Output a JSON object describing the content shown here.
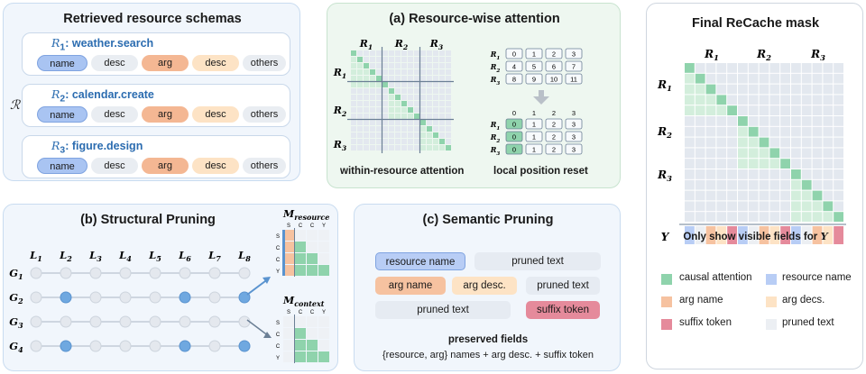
{
  "schemas": {
    "title": "Retrieved resource schemas",
    "set_symbol": "ℛ",
    "resources": [
      {
        "id": "R",
        "sub": "1",
        "name": ": weather.search"
      },
      {
        "id": "R",
        "sub": "2",
        "name": ": calendar.create"
      },
      {
        "id": "R",
        "sub": "3",
        "name": ": figure.design"
      }
    ],
    "fields": [
      "name",
      "desc",
      "arg",
      "desc",
      "others"
    ]
  },
  "attention": {
    "title": "(a) Resource-wise attention",
    "row_labels": [
      "R1",
      "R2",
      "R3"
    ],
    "col_labels": [
      "R1",
      "R2",
      "R3"
    ],
    "caption_left": "within-resource attention",
    "caption_right": "local position reset",
    "positions_before": [
      [
        "0",
        "1",
        "2",
        "3"
      ],
      [
        "4",
        "5",
        "6",
        "7"
      ],
      [
        "8",
        "9",
        "10",
        "11"
      ]
    ],
    "positions_after": [
      [
        "0",
        "1",
        "2",
        "3"
      ],
      [
        "0",
        "1",
        "2",
        "3"
      ],
      [
        "0",
        "1",
        "2",
        "3"
      ]
    ],
    "header_after": [
      "0",
      "1",
      "2",
      "3"
    ]
  },
  "structural": {
    "title": "(b) Structural Pruning",
    "layers": [
      "L1",
      "L2",
      "L3",
      "L4",
      "L5",
      "L6",
      "L7",
      "L8"
    ],
    "groups": [
      "G1",
      "G2",
      "G3",
      "G4"
    ],
    "highlight": {
      "G2": [
        1,
        5,
        7
      ],
      "G4": [
        1,
        5,
        7
      ]
    },
    "m_resource": "M",
    "m_resource_sub": "resource",
    "m_context": "M",
    "m_context_sub": "context",
    "mini_cols": [
      "S",
      "C",
      "C",
      "Y"
    ],
    "mini_rows": [
      "S",
      "C",
      "C",
      "Y"
    ]
  },
  "semantic": {
    "title": "(c) Semantic Pruning",
    "boxes": [
      "resource name",
      "pruned text",
      "arg name",
      "arg desc.",
      "pruned text",
      "pruned text",
      "suffix token"
    ],
    "footer_title": "preserved fields",
    "footer_text": "{resource, arg} names + arg desc. + suffix token"
  },
  "final": {
    "title": "Final ReCache mask",
    "col_labels": [
      "R1",
      "R2",
      "R3"
    ],
    "row_labels": [
      "R1",
      "R2",
      "R3",
      "Y"
    ],
    "caption": "Only show visible fields for ",
    "caption_var": "Y",
    "legend": [
      {
        "label": "causal attention",
        "color": "#8fd3ac"
      },
      {
        "label": "resource name",
        "color": "#b8cdf5"
      },
      {
        "label": "arg name",
        "color": "#f6c2a0"
      },
      {
        "label": "arg decs.",
        "color": "#fde3c5"
      },
      {
        "label": "suffix token",
        "color": "#e58a9b"
      },
      {
        "label": "pruned text",
        "color": "#eceff3"
      }
    ]
  },
  "colors": {
    "green": "#8fd3ac",
    "green_light": "#d3eedc",
    "grid": "#e3e8ef",
    "blue_node": "#6fa8e0",
    "gray_node": "#e4e8ee"
  }
}
